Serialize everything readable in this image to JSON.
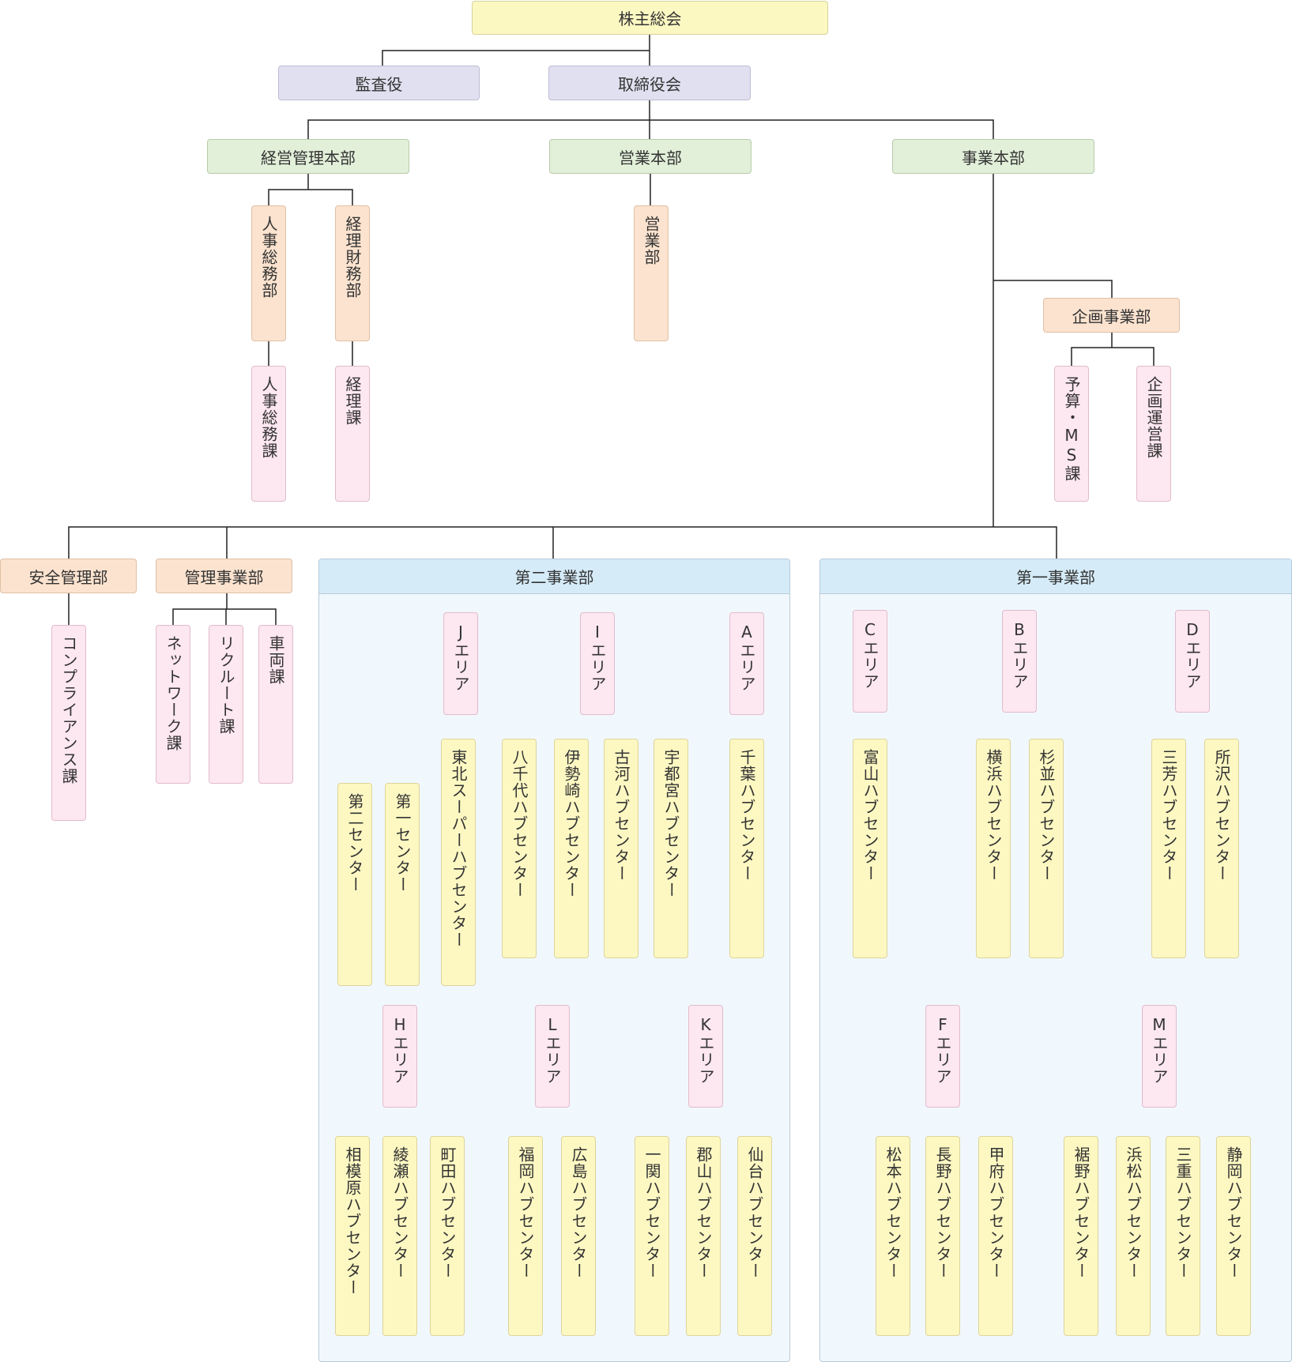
{
  "nodes": {
    "shareholders": "株主総会",
    "auditor": "監査役",
    "board": "取締役会",
    "admin_hq": "経営管理本部",
    "sales_hq": "営業本部",
    "biz_hq": "事業本部",
    "hr_dept": "人事総務部",
    "acct_dept": "経理財務部",
    "sales_dept": "営業部",
    "hr_sect": "人事総務課",
    "acct_sect": "経理課",
    "planning_dept": "企画事業部",
    "budget_sect": "予算・MS課",
    "planning_sect": "企画運営課",
    "safety_dept": "安全管理部",
    "mgmt_dept": "管理事業部",
    "compliance_sect": "コンプライアンス課",
    "network_sect": "ネットワーク課",
    "recruit_sect": "リクルート課",
    "vehicle_sect": "車両課",
    "div2": "第二事業部",
    "div1": "第一事業部",
    "area_j": "Jエリア",
    "area_i": "Iエリア",
    "area_a": "Aエリア",
    "c2": "第二センター",
    "c1": "第一センター",
    "tohoku": "東北スーパーハブセンター",
    "yachiyo": "八千代ハブセンター",
    "isesaki": "伊勢崎ハブセンター",
    "koga": "古河ハブセンター",
    "utsunomiya": "宇都宮ハブセンター",
    "chiba": "千葉ハブセンター",
    "area_h": "Hエリア",
    "area_l": "Lエリア",
    "area_k": "Kエリア",
    "sagamihara": "相模原ハブセンター",
    "ayase": "綾瀬ハブセンター",
    "machida": "町田ハブセンター",
    "fukuoka": "福岡ハブセンター",
    "hiroshima": "広島ハブセンター",
    "ichinoseki": "一関ハブセンター",
    "koriyama": "郡山ハブセンター",
    "sendai": "仙台ハブセンター",
    "area_c": "Cエリア",
    "area_b": "Bエリア",
    "area_d": "Dエリア",
    "toyama": "富山ハブセンター",
    "yokohama": "横浜ハブセンター",
    "suginami": "杉並ハブセンター",
    "miyoshi": "三芳ハブセンター",
    "tokorozawa": "所沢ハブセンター",
    "area_f": "Fエリア",
    "area_m": "Mエリア",
    "matsumoto": "松本ハブセンター",
    "nagano": "長野ハブセンター",
    "kofu": "甲府ハブセンター",
    "susono": "裾野ハブセンター",
    "hamamatsu": "浜松ハブセンター",
    "mie": "三重ハブセンター",
    "shizuoka": "静岡ハブセンター"
  },
  "colors": {
    "top": "#fcf8c2",
    "board": "#e1e0f0",
    "hq": "#e2efd9",
    "dept": "#fbe3cf",
    "section": "#fde7f0",
    "hub": "#fdf8c2",
    "panel": "#f1f8fd",
    "panel_header": "#d5ebf8",
    "line": "#222222"
  }
}
